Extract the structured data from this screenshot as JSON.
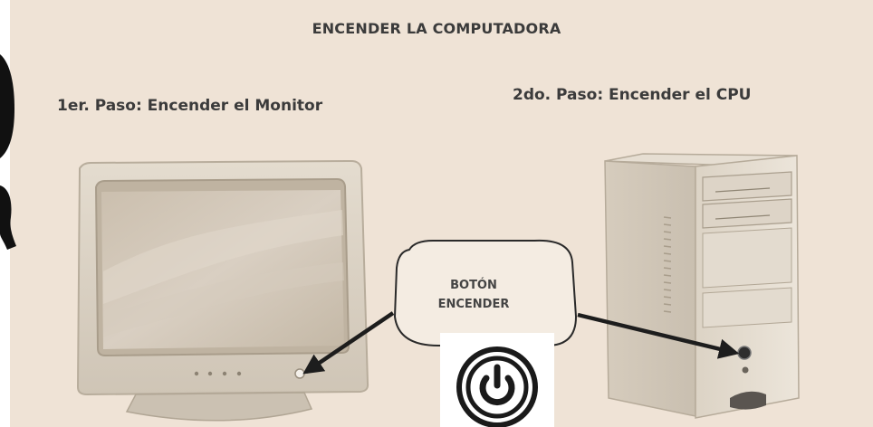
{
  "title": "ENCENDER LA COMPUTADORA",
  "step1": "1er. Paso: Encender el Monitor",
  "step2": "2do. Paso: Encender el CPU",
  "bubble": {
    "line1": "BOTÓN",
    "line2": "ENCENDER"
  },
  "icons": {
    "power": "power-icon",
    "monitor": "crt-monitor",
    "cpu": "tower-cpu"
  },
  "colors": {
    "background": "#efe3d6",
    "text": "#3b3b3b",
    "arrow": "#1d1d1d"
  }
}
